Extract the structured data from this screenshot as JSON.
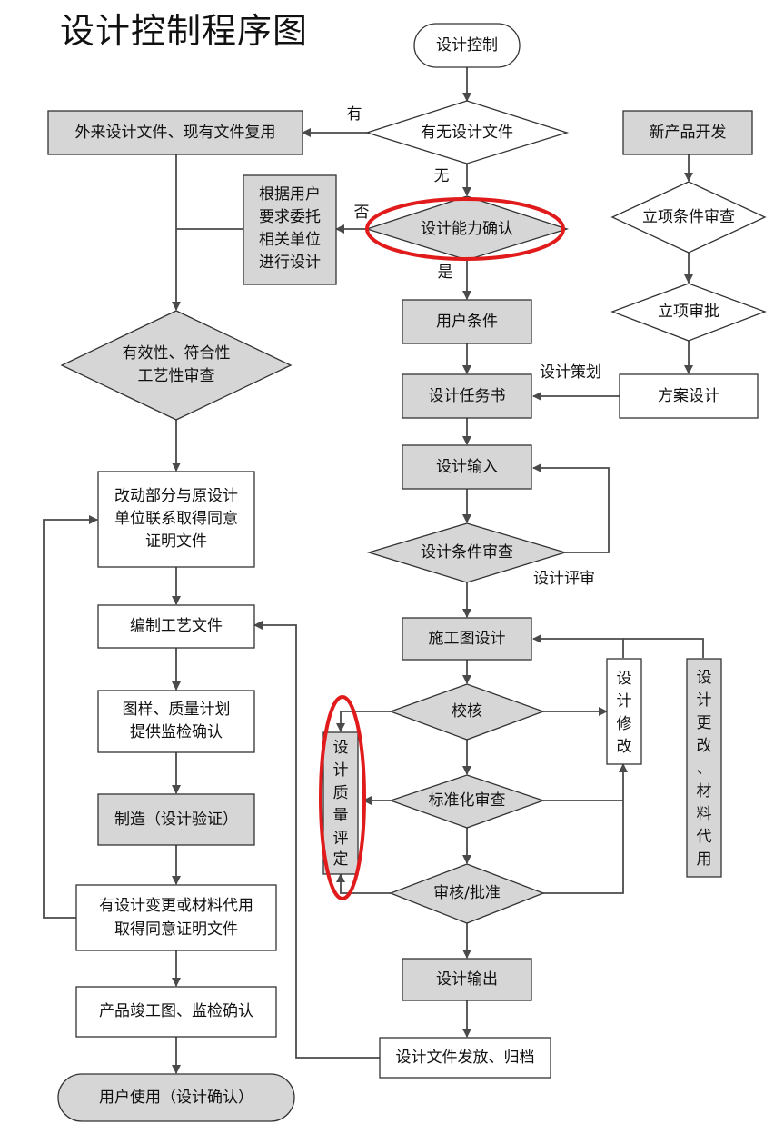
{
  "page": {
    "title": "设计控制程序图"
  },
  "diagram": {
    "nodes": {
      "start": "设计控制",
      "has_design_docs": "有无设计文件",
      "external_reuse": "外来设计文件、现有文件复用",
      "capability_check": "设计能力确认",
      "entrust": [
        "根据用户",
        "要求委托",
        "相关单位",
        "进行设计"
      ],
      "validity_check": [
        "有效性、符合性",
        "工艺性审查"
      ],
      "user_conditions": "用户条件",
      "design_task": "设计任务书",
      "design_input": "设计输入",
      "design_condition_review": "设计条件审查",
      "new_product": "新产品开发",
      "project_condition_review": "立项条件审查",
      "project_approval": "立项审批",
      "scheme_design": "方案设计",
      "contact_original": [
        "改动部分与原设计",
        "单位联系取得同意",
        "证明文件"
      ],
      "process_docs": "编制工艺文件",
      "drawings_plan": [
        "图样、质量计划",
        "提供监检确认"
      ],
      "manufacture": "制造（设计验证）",
      "change_proof": [
        "有设计变更或材料代用",
        "取得同意证明文件"
      ],
      "as_built": "产品竣工图、监检确认",
      "end": "用户使用（设计确认）",
      "construction_design": "施工图设计",
      "check": "校核",
      "design_modify": [
        "设",
        "计",
        "修",
        "改"
      ],
      "design_change_material": [
        "设",
        "计",
        "更",
        "改",
        "、",
        "材",
        "料",
        "代",
        "用"
      ],
      "quality_eval": [
        "设",
        "计",
        "质",
        "量",
        "评",
        "定"
      ],
      "standardization_review": "标准化审查",
      "review_approve": "审核/批准",
      "design_output": "设计输出",
      "release_archive": "设计文件发放、归档"
    },
    "edge_labels": {
      "yes_have": "有",
      "none": "无",
      "no": "否",
      "yes": "是",
      "design_planning": "设计策划",
      "design_review": "设计评审"
    },
    "colors": {
      "gray_fill": "#d6d6d6",
      "highlight": "#e11b1b"
    }
  }
}
